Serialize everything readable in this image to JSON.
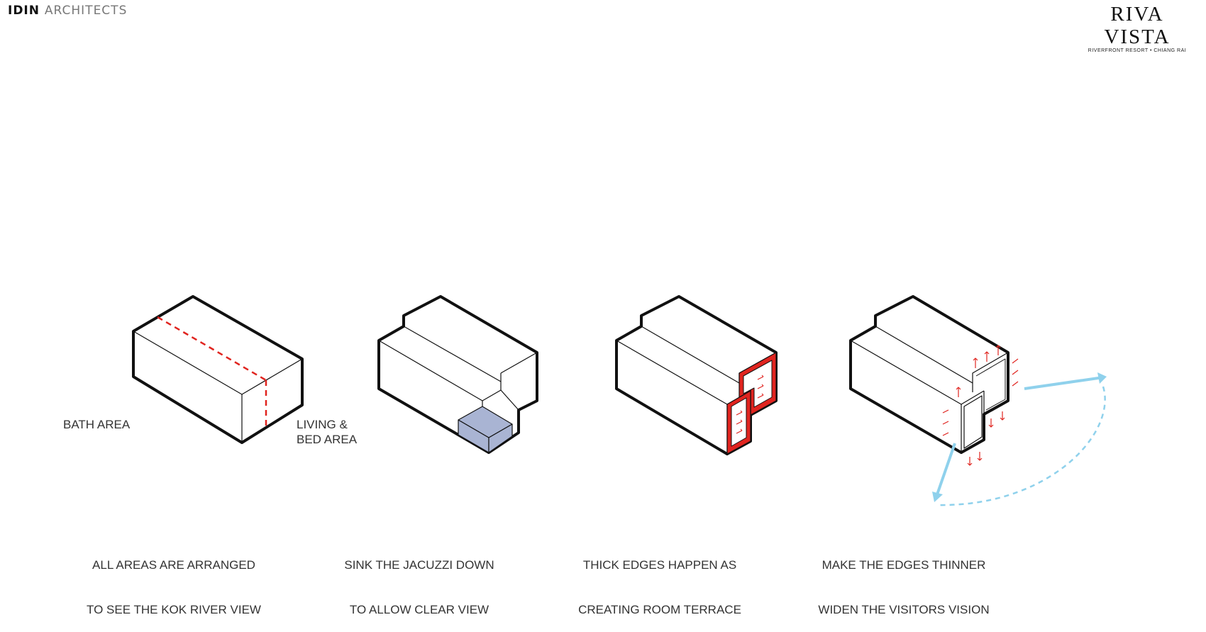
{
  "header": {
    "brand_bold": "IDIN",
    "brand_rest": "ARCHITECTS",
    "logo_title": "RIVA VISTA",
    "logo_subtitle": "RIVERFRONT RESORT • CHIANG RAI"
  },
  "labels": {
    "bath": "BATH AREA",
    "living_line1": "LIVING &",
    "living_line2": "BED AREA"
  },
  "steps": [
    {
      "line1": "ALL AREAS ARE ARRANGED",
      "line2": "TO SEE THE KOK RIVER VIEW"
    },
    {
      "line1": "SINK THE JACUZZI DOWN",
      "line2": "TO ALLOW CLEAR VIEW"
    },
    {
      "line1": "THICK EDGES HAPPEN AS",
      "line2": "CREATING ROOM TERRACE"
    },
    {
      "line1": "MAKE THE EDGES THINNER",
      "line2": "WIDEN THE VISITORS VISION"
    }
  ],
  "colors": {
    "line": "#111111",
    "red_accent": "#e0241f",
    "jacuzzi_fill": "#a9b4d3",
    "view_arrow": "#8fd1ec"
  }
}
